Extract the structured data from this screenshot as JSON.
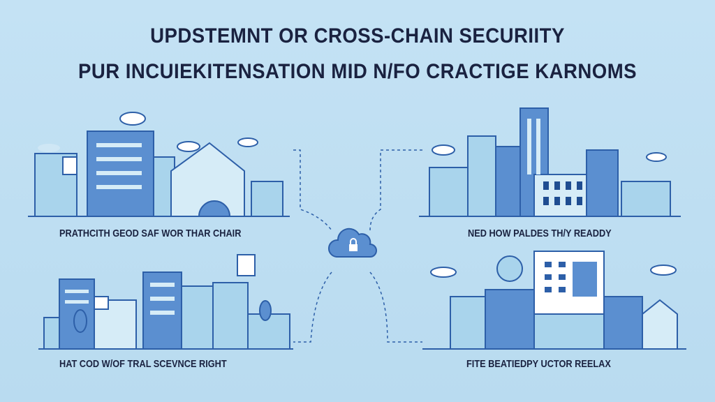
{
  "title": {
    "line1": "UPDSTEMNT OR CROSS-CHAIN SECURIITY",
    "line2": "PUR INCUIEKITENSATION MID N/FO CRACTIGE KARNOMS"
  },
  "panels": [
    {
      "caption": "PRATHCITH GEOD SAF WOR THAR CHAIR"
    },
    {
      "caption": "NED HOW PALDES TH/Y READDY"
    },
    {
      "caption": "HAT COD W/OF TRAL SCEVNCE RIGHT"
    },
    {
      "caption": "FITE BEATIEDPY UCTOR REELAX"
    }
  ],
  "center": {
    "icon": "cloud-lock-icon"
  },
  "colors": {
    "background": "#bcdcf0",
    "title": "#1a2240",
    "building_dark": "#5b8fd0",
    "building_light": "#a9d4ec",
    "outline": "#2d5fa8"
  }
}
